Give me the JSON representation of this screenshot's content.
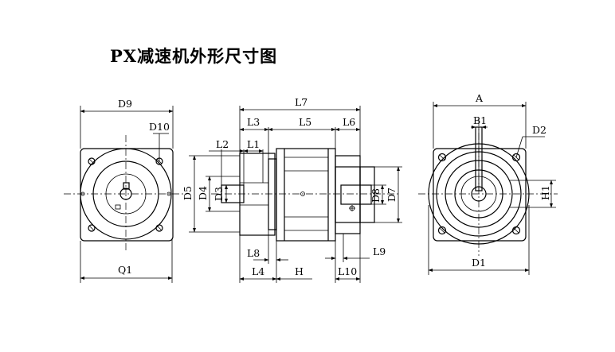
{
  "title": "PX减速机外形尺寸图",
  "front_view_labels": {
    "d9": "D9",
    "d10": "D10",
    "q1": "Q1"
  },
  "side_view_labels": {
    "l7": "L7",
    "l3": "L3",
    "l5": "L5",
    "l6": "L6",
    "l2": "L2",
    "l1": "L1",
    "d5": "D5",
    "d4": "D4",
    "d3": "D3",
    "d8": "D8",
    "d7": "D7",
    "l8": "L8",
    "l9": "L9",
    "l4": "L4",
    "h": "H",
    "l10": "L10"
  },
  "rear_view_labels": {
    "a": "A",
    "b1": "B1",
    "d2": "D2",
    "h1": "H1",
    "d1": "D1"
  }
}
